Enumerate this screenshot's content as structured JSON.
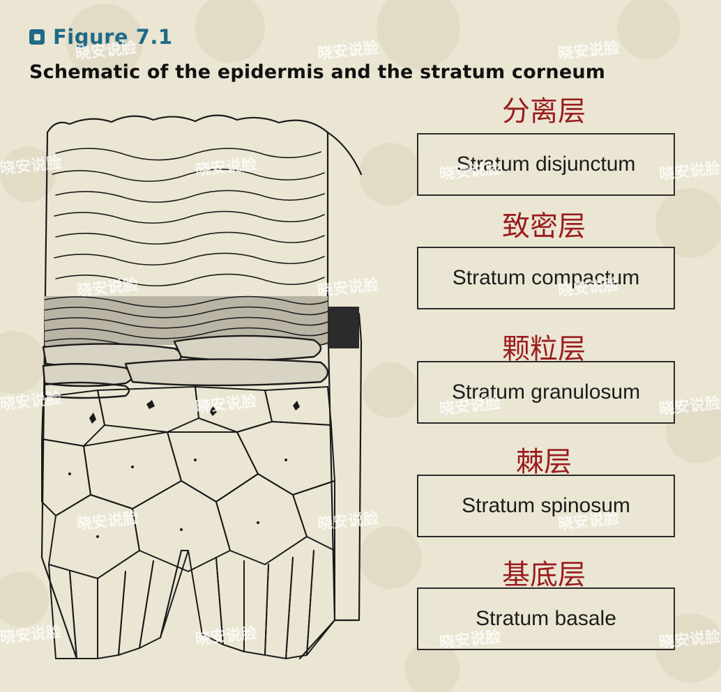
{
  "figure": {
    "label": "Figure 7.1",
    "caption": "Schematic of the epidermis and the stratum corneum"
  },
  "layers": [
    {
      "heading_zh": "分离层",
      "label": "Stratum disjunctum"
    },
    {
      "heading_zh": "致密层",
      "label": "Stratum compactum"
    },
    {
      "heading_zh": "颗粒层",
      "label": "Stratum granulosum"
    },
    {
      "heading_zh": "棘层",
      "label": "Stratum spinosum"
    },
    {
      "heading_zh": "基底层",
      "label": "Stratum basale"
    }
  ],
  "watermark": {
    "text": "晓安说脸"
  },
  "colors": {
    "background": "#ebe6d3",
    "figure_label": "#1e6a88",
    "heading_zh": "#9a1c1f",
    "ink": "#1c1c1c"
  }
}
